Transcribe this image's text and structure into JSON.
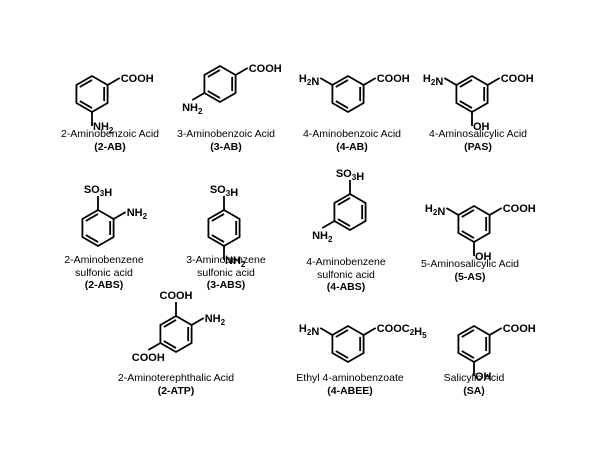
{
  "compounds": [
    {
      "name": "2-Aminobenzoic Acid",
      "abbr": "(2-AB)",
      "ring": "benzene",
      "substituents": [
        {
          "label": "COOH"
        },
        {
          "label": "NH2"
        }
      ]
    },
    {
      "name": "3-Aminobenzoic Acid",
      "abbr": "(3-AB)",
      "ring": "benzene",
      "substituents": [
        {
          "label": "COOH"
        },
        {
          "label": "NH2"
        }
      ]
    },
    {
      "name": "4-Aminobenzoic Acid",
      "abbr": "(4-AB)",
      "ring": "benzene",
      "substituents": [
        {
          "label": "COOH"
        },
        {
          "label": "H2N"
        }
      ]
    },
    {
      "name": "4-Aminosalicylic Acid",
      "abbr": "(PAS)",
      "ring": "benzene",
      "substituents": [
        {
          "label": "COOH"
        },
        {
          "label": "H2N"
        },
        {
          "label": "OH"
        }
      ]
    },
    {
      "name": "2-Aminobenzene",
      "name2": "sulfonic acid",
      "abbr": "(2-ABS)",
      "ring": "benzene",
      "substituents": [
        {
          "label": "SO3H"
        },
        {
          "label": "NH2"
        }
      ]
    },
    {
      "name": "3-Aminobenzene",
      "name2": "sulfonic acid",
      "abbr": "(3-ABS)",
      "ring": "benzene",
      "substituents": [
        {
          "label": "SO3H"
        },
        {
          "label": "NH2"
        }
      ]
    },
    {
      "name": "4-Aminobenzene",
      "name2": "sulfonic acid",
      "abbr": "(4-ABS)",
      "ring": "benzene",
      "substituents": [
        {
          "label": "SO3H"
        },
        {
          "label": "NH2"
        }
      ]
    },
    {
      "name": "5-Aminosalicylic Acid",
      "abbr": "(5-AS)",
      "ring": "benzene",
      "substituents": [
        {
          "label": "H2N"
        },
        {
          "label": "COOH"
        },
        {
          "label": "OH"
        }
      ]
    },
    {
      "name": "2-Aminoterephthalic Acid",
      "abbr": "(2-ATP)",
      "ring": "benzene",
      "substituents": [
        {
          "label": "COOH"
        },
        {
          "label": "NH2"
        },
        {
          "label": "COOH"
        }
      ]
    },
    {
      "name": "Ethyl 4-aminobenzoate",
      "abbr": "(4-ABEE)",
      "ring": "benzene",
      "substituents": [
        {
          "label": "COOC2H5"
        },
        {
          "label": "H2N"
        }
      ]
    },
    {
      "name": "Salicylic Acid",
      "abbr": "(SA)",
      "ring": "benzene",
      "substituents": [
        {
          "label": "COOH"
        },
        {
          "label": "OH"
        }
      ]
    }
  ]
}
